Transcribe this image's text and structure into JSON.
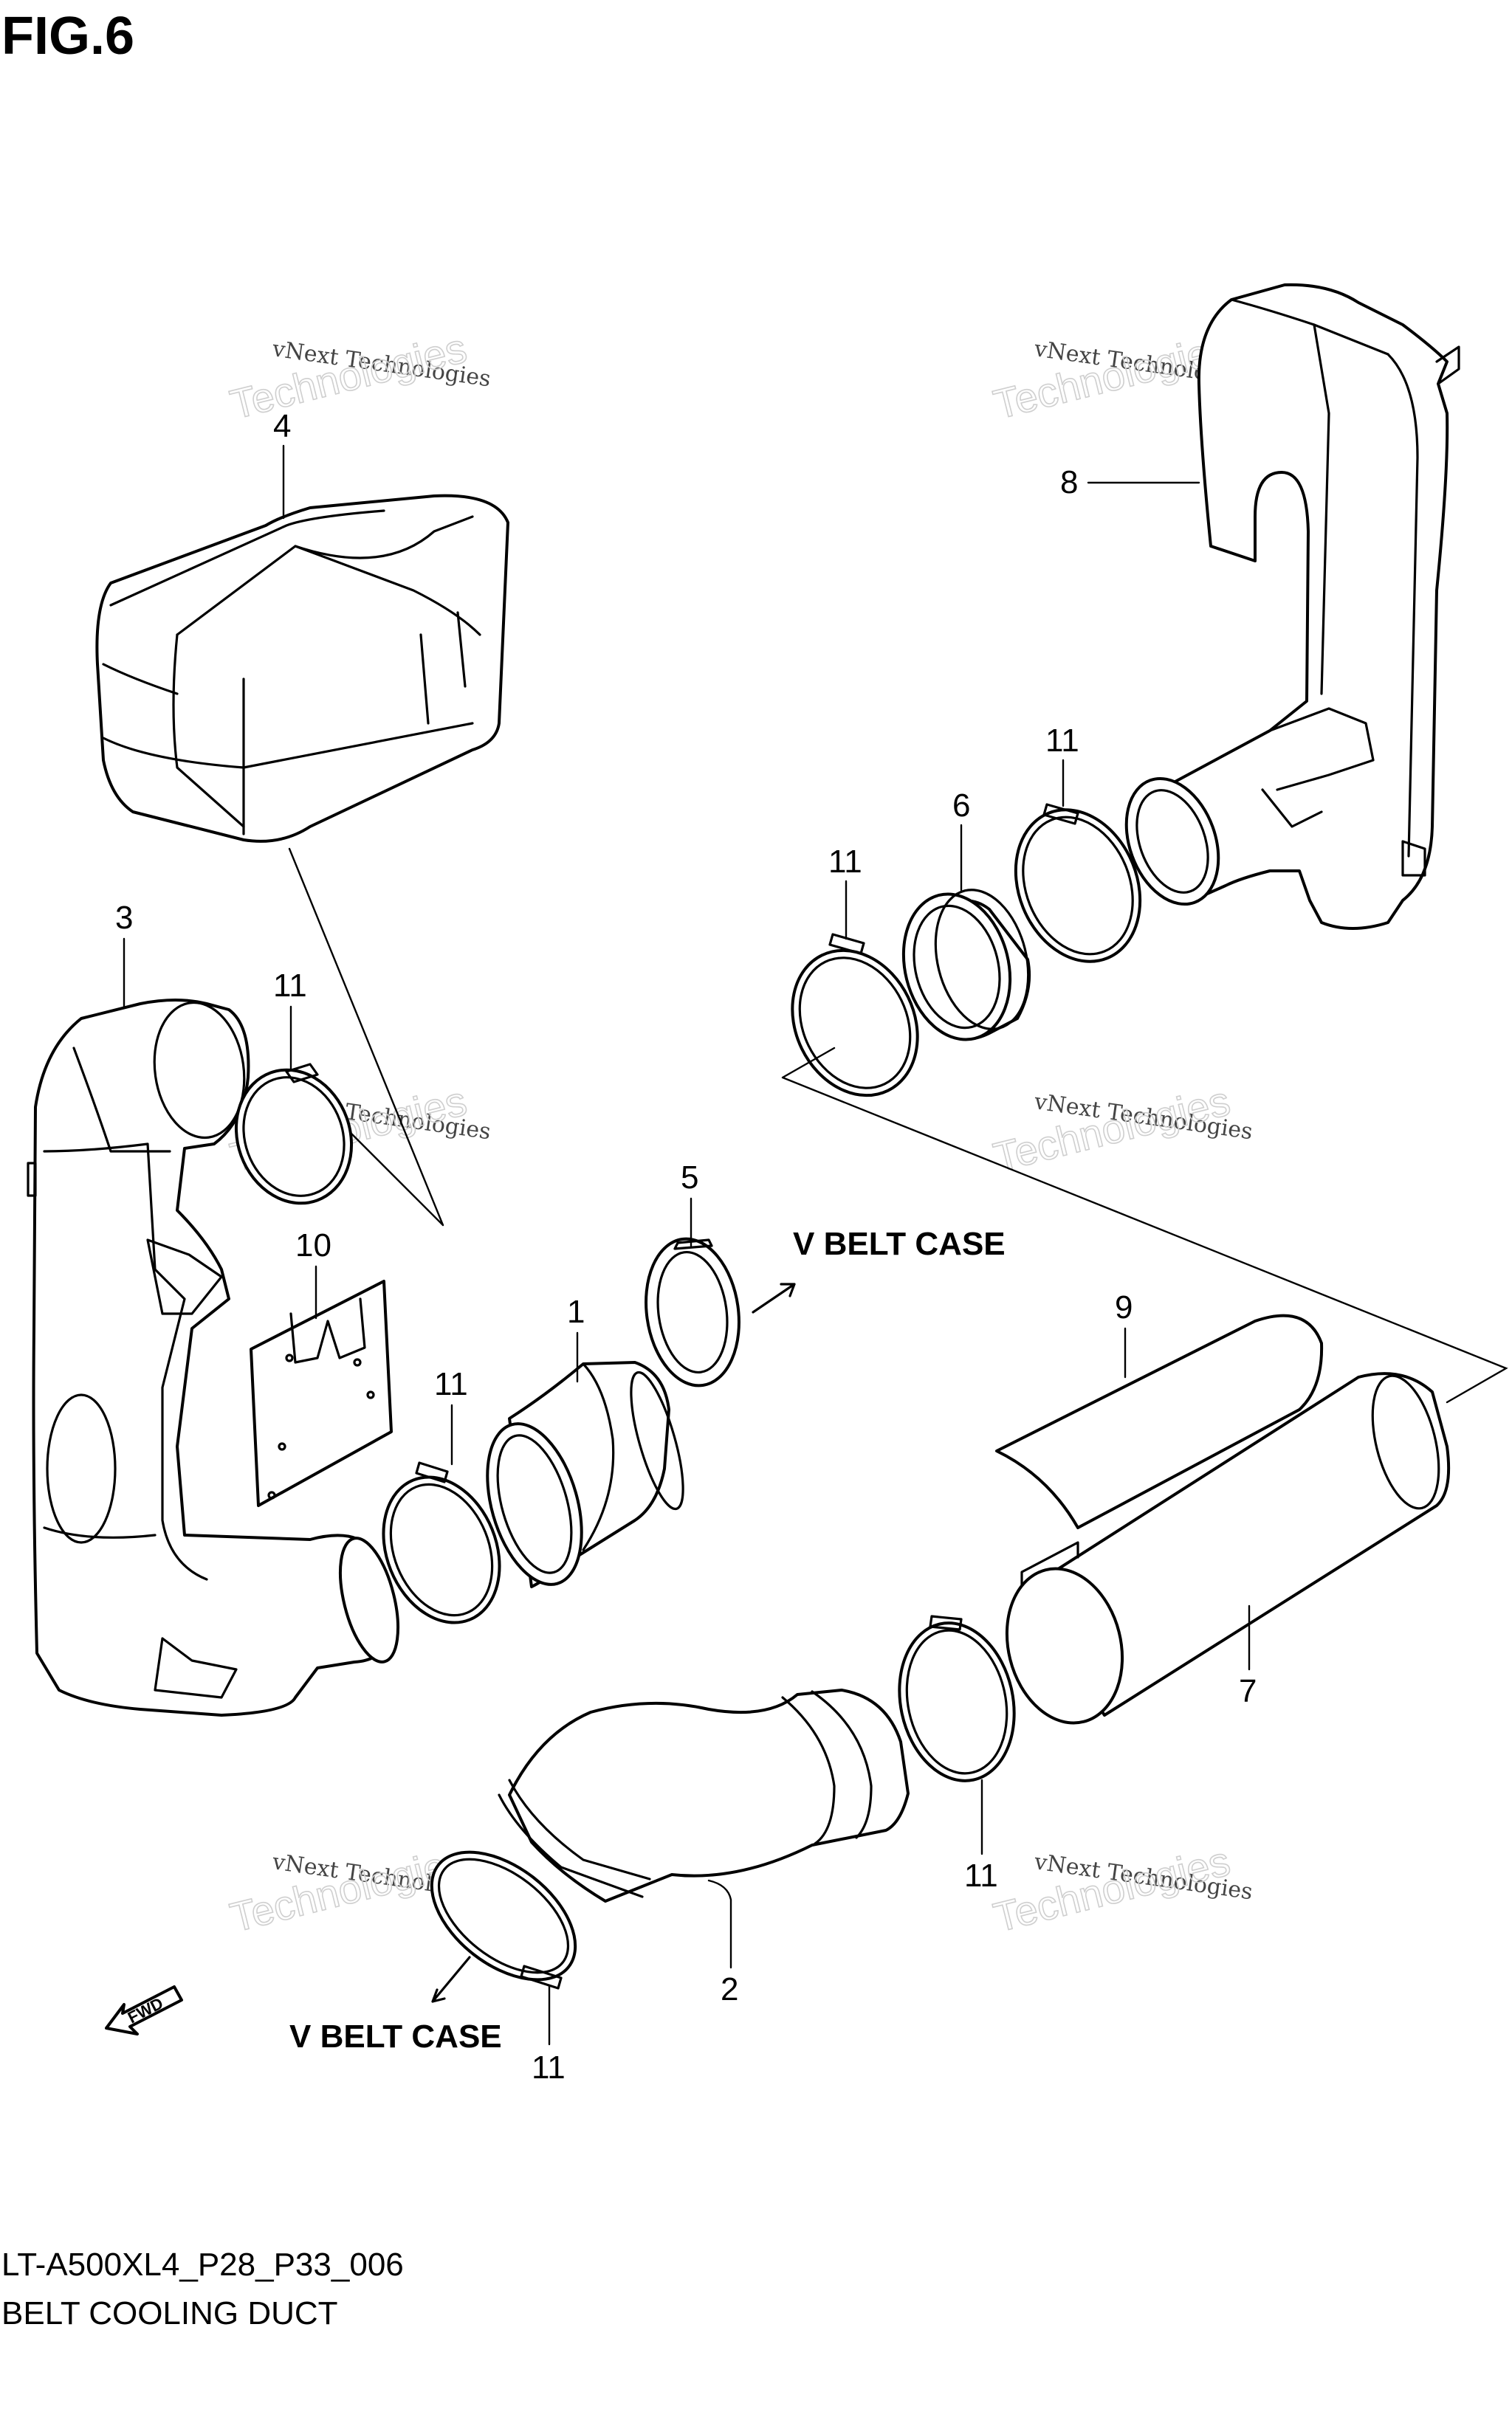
{
  "figure_title": "FIG.6",
  "diagram_code": "LT-A500XL4_P28_P33_006",
  "diagram_name": "BELT COOLING DUCT",
  "direction_labels": {
    "v_belt_case_upper": "V BELT CASE",
    "v_belt_case_lower": "V BELT CASE",
    "fwd": "FWD"
  },
  "watermark": {
    "line1": "vNext Technologies",
    "line2": "Technologies"
  },
  "callouts": {
    "p1": "1",
    "p2": "2",
    "p3": "3",
    "p4": "4",
    "p5": "5",
    "p6": "6",
    "p7": "7",
    "p8": "8",
    "p9": "9",
    "p10": "10",
    "p11a": "11",
    "p11b": "11",
    "p11c": "11",
    "p11d": "11",
    "p11e": "11",
    "p11f": "11"
  }
}
